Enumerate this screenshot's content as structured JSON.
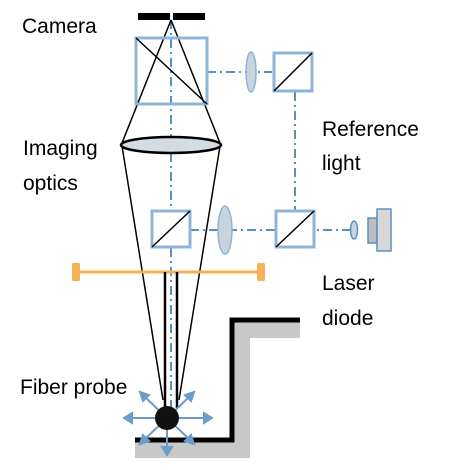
{
  "labels": {
    "camera": "Camera",
    "imaging_line1": "Imaging",
    "imaging_line2": "optics",
    "reference_line1": "Reference",
    "reference_line2": "light",
    "laser_line1": "Laser",
    "laser_line2": "diode",
    "fiber_probe": "Fiber probe"
  },
  "colors": {
    "optics_blue": "#8FB4D9",
    "beam_blue": "#5B8FC0",
    "lens_fill": "#C9D3DE",
    "mount_orange": "#F3B15A",
    "wall_grey": "#C8C8C8",
    "line_black": "#000000",
    "arrow_blue": "#6D9CCB"
  }
}
